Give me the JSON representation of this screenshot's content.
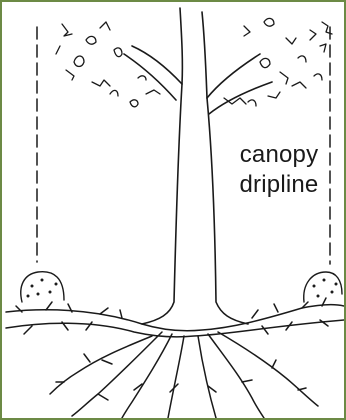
{
  "diagram": {
    "label_line_1": "canopy",
    "label_line_2": "dripline"
  },
  "colors": {
    "frame_border": "#6c8a45",
    "ink": "#1a1a1a",
    "background": "#ffffff"
  },
  "icons": {
    "dripline_marker": "dashed-line",
    "mulch": "mulch-mound",
    "illustration": "tree-with-roots"
  }
}
